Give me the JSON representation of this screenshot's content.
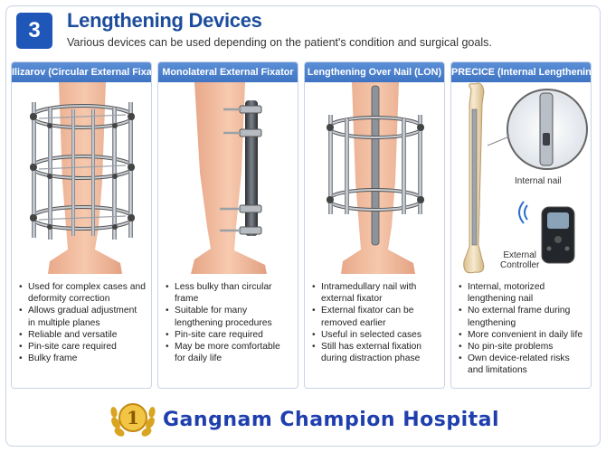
{
  "header": {
    "number": "3",
    "title": "Lengthening Devices",
    "subtitle": "Various devices can be used depending on the patient's condition and surgical goals."
  },
  "columns": [
    {
      "title": "Ilizarov (Circular External Fixator)",
      "bullets": [
        "Used for complex cases and deformity correction",
        "Allows gradual adjustment in multiple planes",
        "Reliable and versatile",
        "Pin-site care required",
        "Bulky frame"
      ]
    },
    {
      "title": "Monolateral External Fixator",
      "bullets": [
        "Less bulky than circular frame",
        "Suitable for many lengthening procedures",
        "Pin-site care required",
        "May be more comfortable for daily life"
      ]
    },
    {
      "title": "Lengthening Over Nail (LON)",
      "bullets": [
        "Intramedullary nail with external fixator",
        "External fixator can be removed earlier",
        "Useful in selected cases",
        "Still has external fixation during distraction phase"
      ]
    },
    {
      "title": "PRECICE (Internal Lengthening Nail)",
      "labels": {
        "internal_nail": "Internal nail",
        "external_controller_line1": "External",
        "external_controller_line2": "Controller"
      },
      "bullets": [
        "Internal, motorized lengthening nail",
        "No external frame during lengthening",
        "More convenient in daily life",
        "No pin-site problems",
        "Own device-related risks and limitations"
      ]
    }
  ],
  "footer": {
    "medal_number": "1",
    "hospital_name": "Gangnam Champion Hospital"
  },
  "colors": {
    "brand_blue": "#1f57b8",
    "header_blue": "#3f74c4",
    "title_blue": "#1c4c9c",
    "gold": "#d9a520"
  }
}
